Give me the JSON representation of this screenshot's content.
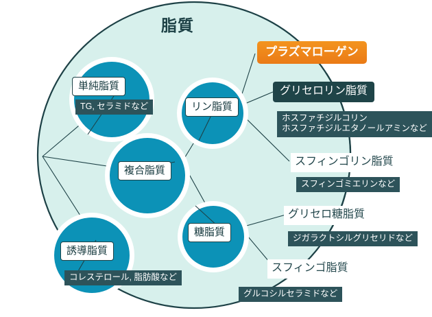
{
  "diagram": {
    "title": "脂質",
    "colors": {
      "outer_fill": "#d7f0ec",
      "outer_stroke": "#1d4146",
      "circle_fill": "#0c92b7",
      "circle_ring": "#ffffff",
      "chip_dark": "#2d535a",
      "heading_dark": "#1f4448",
      "badge_orange": "#ea7a16",
      "line": "#1d4146",
      "text_dark": "#15383d"
    }
  },
  "nodes": [
    {
      "id": "simple-lipid",
      "label": "単純脂質",
      "examples": "TG, セラミドなど"
    },
    {
      "id": "phospholipid",
      "label": "リン脂質",
      "examples": ""
    },
    {
      "id": "complex-lipid",
      "label": "複合脂質",
      "examples": ""
    },
    {
      "id": "glycolipid",
      "label": "糖脂質",
      "examples": ""
    },
    {
      "id": "derived-lipid",
      "label": "誘導脂質",
      "examples": "コレステロール, 脂肪酸など"
    }
  ],
  "branches": [
    {
      "id": "plasmalogen",
      "label": "プラズマローゲン",
      "style": "orange-badge",
      "examples": ""
    },
    {
      "id": "glycerophospholipid",
      "label": "グリセロリン脂質",
      "style": "dark-heading",
      "examples_line1": "ホスファチジルコリン",
      "examples_line2": "ホスファチジルエタノールアミンなど"
    },
    {
      "id": "sphingophospholipid",
      "label": "スフィンゴリン脂質",
      "style": "light-plate",
      "examples": "スフィンゴミエリンなど"
    },
    {
      "id": "glyceroglycolipid",
      "label": "グリセロ糖脂質",
      "style": "light-plate",
      "examples": "ジガラクトシルグリセリドなど"
    },
    {
      "id": "sphingoglycolipid",
      "label": "スフィンゴ脂質",
      "style": "light-plate",
      "examples": "グルコシルセラミドなど"
    }
  ]
}
